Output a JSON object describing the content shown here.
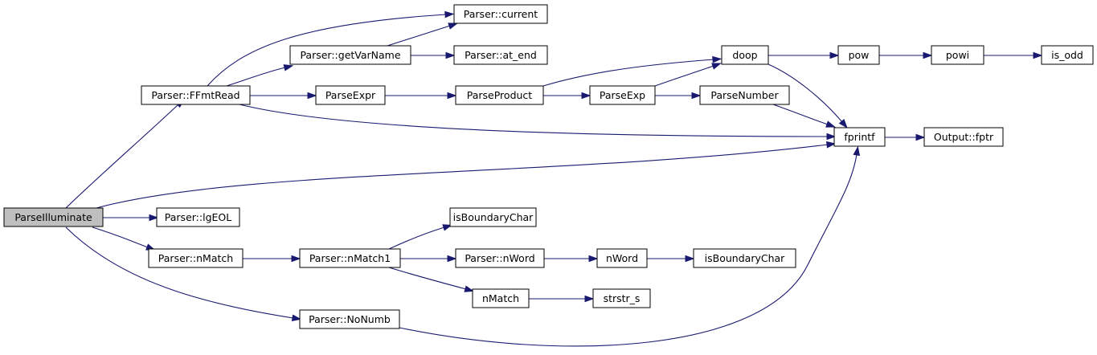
{
  "graph": {
    "nodes": [
      {
        "id": "ParseIlluminate",
        "label": "ParseIlluminate",
        "root": true
      },
      {
        "id": "FFmtRead",
        "label": "Parser::FFmtRead"
      },
      {
        "id": "lgEOL",
        "label": "Parser::lgEOL"
      },
      {
        "id": "nMatch",
        "label": "Parser::nMatch"
      },
      {
        "id": "NoNumb",
        "label": "Parser::NoNumb"
      },
      {
        "id": "current",
        "label": "Parser::current"
      },
      {
        "id": "getVarName",
        "label": "Parser::getVarName"
      },
      {
        "id": "ParseExpr",
        "label": "ParseExpr"
      },
      {
        "id": "at_end",
        "label": "Parser::at_end"
      },
      {
        "id": "ParseProduct",
        "label": "ParseProduct"
      },
      {
        "id": "ParseExp",
        "label": "ParseExp"
      },
      {
        "id": "doop",
        "label": "doop"
      },
      {
        "id": "ParseNumber",
        "label": "ParseNumber"
      },
      {
        "id": "fprintf",
        "label": "fprintf"
      },
      {
        "id": "pow",
        "label": "pow"
      },
      {
        "id": "powi",
        "label": "powi"
      },
      {
        "id": "is_odd",
        "label": "is_odd"
      },
      {
        "id": "fptr",
        "label": "Output::fptr"
      },
      {
        "id": "nMatch1",
        "label": "Parser::nMatch1"
      },
      {
        "id": "isBoundaryChar1",
        "label": "isBoundaryChar"
      },
      {
        "id": "nWord_parser",
        "label": "Parser::nWord"
      },
      {
        "id": "nWord",
        "label": "nWord"
      },
      {
        "id": "isBoundaryChar2",
        "label": "isBoundaryChar"
      },
      {
        "id": "nMatch_free",
        "label": "nMatch"
      },
      {
        "id": "strstr_s",
        "label": "strstr_s"
      }
    ],
    "edges": [
      {
        "from": "ParseIlluminate",
        "to": "FFmtRead"
      },
      {
        "from": "ParseIlluminate",
        "to": "fprintf"
      },
      {
        "from": "ParseIlluminate",
        "to": "lgEOL"
      },
      {
        "from": "ParseIlluminate",
        "to": "nMatch"
      },
      {
        "from": "ParseIlluminate",
        "to": "NoNumb"
      },
      {
        "from": "FFmtRead",
        "to": "current"
      },
      {
        "from": "FFmtRead",
        "to": "getVarName"
      },
      {
        "from": "FFmtRead",
        "to": "ParseExpr"
      },
      {
        "from": "FFmtRead",
        "to": "fprintf"
      },
      {
        "from": "getVarName",
        "to": "current"
      },
      {
        "from": "getVarName",
        "to": "at_end"
      },
      {
        "from": "ParseExpr",
        "to": "ParseProduct"
      },
      {
        "from": "ParseProduct",
        "to": "doop"
      },
      {
        "from": "ParseProduct",
        "to": "ParseExp"
      },
      {
        "from": "ParseExp",
        "to": "doop"
      },
      {
        "from": "ParseExp",
        "to": "ParseNumber"
      },
      {
        "from": "doop",
        "to": "pow"
      },
      {
        "from": "doop",
        "to": "fprintf"
      },
      {
        "from": "pow",
        "to": "powi"
      },
      {
        "from": "powi",
        "to": "is_odd"
      },
      {
        "from": "ParseNumber",
        "to": "fprintf"
      },
      {
        "from": "fprintf",
        "to": "fptr"
      },
      {
        "from": "nMatch",
        "to": "nMatch1"
      },
      {
        "from": "nMatch1",
        "to": "isBoundaryChar1"
      },
      {
        "from": "nMatch1",
        "to": "nWord_parser"
      },
      {
        "from": "nMatch1",
        "to": "nMatch_free"
      },
      {
        "from": "nWord_parser",
        "to": "nWord"
      },
      {
        "from": "nWord",
        "to": "isBoundaryChar2"
      },
      {
        "from": "nMatch_free",
        "to": "strstr_s"
      },
      {
        "from": "NoNumb",
        "to": "fprintf"
      }
    ]
  }
}
